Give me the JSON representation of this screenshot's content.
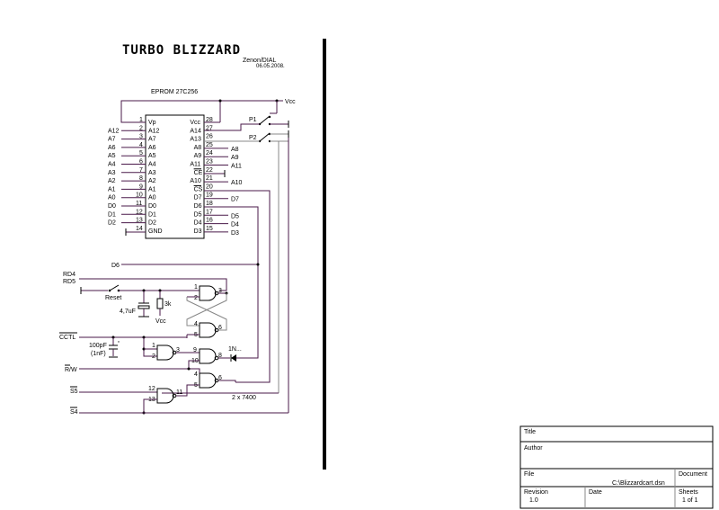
{
  "header": {
    "title": "TURBO BLIZZARD",
    "author": "Zenon/DIAL",
    "date": "06.05.2008."
  },
  "eprom": {
    "label": "EPROM 27C256",
    "left_pins": [
      {
        "num": "1",
        "name": "Vp",
        "net": ""
      },
      {
        "num": "2",
        "name": "A12",
        "net": "A12"
      },
      {
        "num": "3",
        "name": "A7",
        "net": "A7"
      },
      {
        "num": "4",
        "name": "A6",
        "net": "A6"
      },
      {
        "num": "5",
        "name": "A5",
        "net": "A5"
      },
      {
        "num": "6",
        "name": "A4",
        "net": "A4"
      },
      {
        "num": "7",
        "name": "A3",
        "net": "A3"
      },
      {
        "num": "8",
        "name": "A2",
        "net": "A2"
      },
      {
        "num": "9",
        "name": "A1",
        "net": "A1"
      },
      {
        "num": "10",
        "name": "A0",
        "net": "A0"
      },
      {
        "num": "11",
        "name": "D0",
        "net": "D0"
      },
      {
        "num": "12",
        "name": "D1",
        "net": "D1"
      },
      {
        "num": "13",
        "name": "D2",
        "net": "D2"
      },
      {
        "num": "14",
        "name": "GND",
        "net": ""
      }
    ],
    "right_pins": [
      {
        "num": "28",
        "name": "Vcc",
        "net": ""
      },
      {
        "num": "27",
        "name": "A14",
        "net": ""
      },
      {
        "num": "26",
        "name": "A13",
        "net": ""
      },
      {
        "num": "25",
        "name": "A8",
        "net": "A8"
      },
      {
        "num": "24",
        "name": "A9",
        "net": "A9"
      },
      {
        "num": "23",
        "name": "A11",
        "net": "A11"
      },
      {
        "num": "22",
        "name": "CE",
        "net": ""
      },
      {
        "num": "21",
        "name": "A10",
        "net": "A10"
      },
      {
        "num": "20",
        "name": "CS",
        "net": ""
      },
      {
        "num": "19",
        "name": "D7",
        "net": "D7"
      },
      {
        "num": "18",
        "name": "D6",
        "net": ""
      },
      {
        "num": "17",
        "name": "D5",
        "net": "D5"
      },
      {
        "num": "16",
        "name": "D4",
        "net": "D4"
      },
      {
        "num": "15",
        "name": "D3",
        "net": "D3"
      }
    ]
  },
  "power": {
    "vcc": "Vcc"
  },
  "switches": {
    "p1": "P1",
    "p2": "P2"
  },
  "signals": {
    "d6": "D6",
    "rd4": "RD4",
    "rd5": "RD5",
    "cctl": "CCTL",
    "rw": "R/W",
    "s5": "S5",
    "s4": "S4"
  },
  "components": {
    "reset": "Reset",
    "cap1": "4,7uF",
    "res1": "3k",
    "vcc_res": "Vcc",
    "cap2_a": "100pF",
    "cap2_b": "(1nF)",
    "diode": "1N...",
    "gates_note": "2 x 7400"
  },
  "gate_pins": {
    "g1": [
      "1",
      "2",
      "3"
    ],
    "g2": [
      "4",
      "5",
      "6"
    ],
    "g3": [
      "1",
      "2",
      "3"
    ],
    "g4": [
      "9",
      "10",
      "8"
    ],
    "g5": [
      "4",
      "5",
      "6"
    ],
    "g6": [
      "12",
      "13",
      "11"
    ]
  },
  "title_block": {
    "title_label": "Title",
    "author_label": "Author",
    "file_label": "File",
    "file_value": "C:\\Blizzardcart.dsn",
    "document_label": "Document",
    "revision_label": "Revision",
    "revision_value": "1.0",
    "date_label": "Date",
    "sheets_label": "Sheets",
    "sheets_value": "1 of 1"
  }
}
